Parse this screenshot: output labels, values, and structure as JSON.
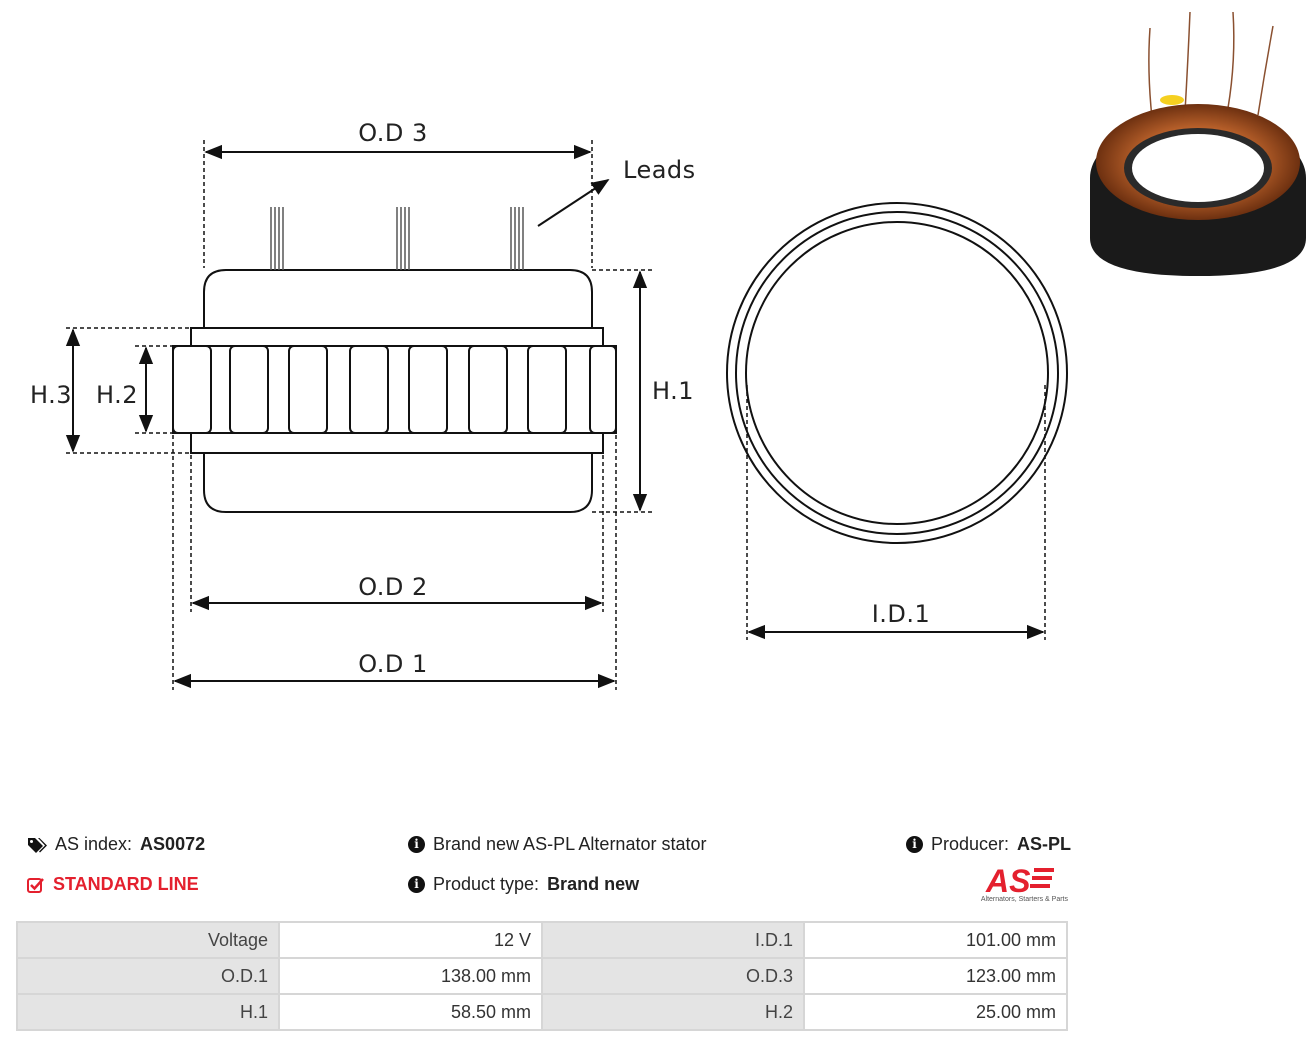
{
  "drawing": {
    "od3": "O.D 3",
    "leads": "Leads",
    "h1": "H.1",
    "h2": "H.2",
    "h3": "H.3",
    "od2": "O.D 2",
    "od1": "O.D 1",
    "id1": "I.D.1"
  },
  "product_photo": {
    "description_icon": "stator-photo"
  },
  "info": {
    "as_index_label": "AS index:",
    "as_index_value": "AS0072",
    "standard_line": "STANDARD LINE",
    "description": "Brand new AS-PL Alternator stator",
    "product_type_label": "Product type:",
    "product_type_value": "Brand new",
    "producer_label": "Producer:",
    "producer_value": "AS-PL"
  },
  "logo": {
    "text": "AS",
    "tagline": "Alternators, Starters & Parts",
    "color": "#e4202e"
  },
  "specs": [
    [
      "Voltage",
      "12 V",
      "I.D.1",
      "101.00 mm"
    ],
    [
      "O.D.1",
      "138.00 mm",
      "O.D.3",
      "123.00 mm"
    ],
    [
      "H.1",
      "58.50 mm",
      "H.2",
      "25.00 mm"
    ]
  ]
}
